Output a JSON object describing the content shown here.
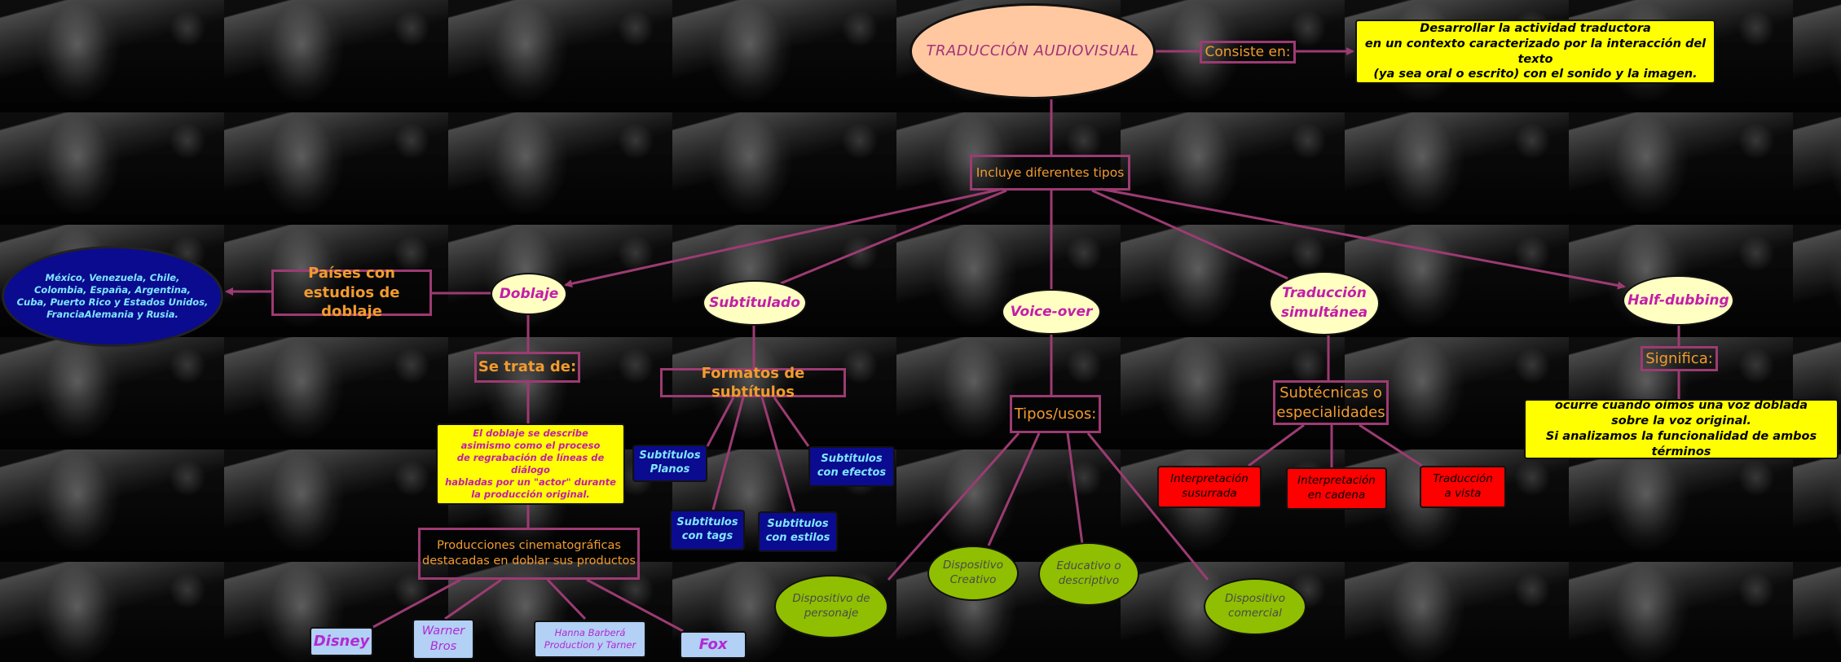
{
  "colors": {
    "connector": "#9c3b72",
    "title_fill": "#ffc8a0",
    "title_text": "#a5317a",
    "concept_fill": "#ffffc2",
    "concept_text": "#c31ea9",
    "link_text": "#f29b2e",
    "note_fill": "#ffff00",
    "format_fill": "#0b0b8f",
    "format_text": "#7ee6ff",
    "technique_fill": "#ff0000",
    "device_fill": "#8fbf00",
    "studio_fill": "#b3d0f5",
    "country_fill": "#0b0b8f"
  },
  "nodes": {
    "title": "TRADUCCIÓN AUDIOVISUAL",
    "consiste_en": "Consiste en:",
    "definition": "Desarrollar la actividad traductora\nen un contexto caracterizado por la interacción del texto\n(ya sea oral o escrito) con el sonido y la imagen.",
    "incluye": "Incluye diferentes tipos",
    "doblaje": "Doblaje",
    "subtitulado": "Subtitulado",
    "voice_over": "Voice-over",
    "traduccion_simultanea": "Traducción\nsimultánea",
    "half_dubbing": "Half-dubbing",
    "paises": "Países con\nestudios de doblaje",
    "countries": "México,  Venezuela,  Chile,\nColombia, España, Argentina,\nCuba, Puerto Rico y Estados Unidos,\nFranciaAlemania y Rusia.",
    "se_trata_de": "Se trata de:",
    "doblaje_def": "El doblaje se describe\nasimismo como el proceso\nde regrabación de líneas de diálogo\nhabladas por un \"actor\" durante\nla producción original.",
    "producciones": "Producciones cinematográficas\ndestacadas en doblar sus productos",
    "disney": "Disney",
    "warner": "Warner\nBros",
    "hanna": "Hanna Barberá\nProduction y Tarner",
    "fox": "Fox",
    "formatos": "Formatos de subtítulos",
    "sub_planos": "Subtitulos\nPlanos",
    "sub_efectos": "Subtitulos\ncon efectos",
    "sub_tags": "Subtitulos\ncon tags",
    "sub_estilos": "Subtitulos\ncon estilos",
    "tipos_usos": "Tipos/usos:",
    "disp_personaje": "Dispositivo de\npersonaje",
    "disp_creativo": "Dispositivo\nCreativo",
    "educativo": "Educativo o\ndescriptivo",
    "disp_comercial": "Dispositivo\ncomercial",
    "subtecnicas": "Subtécnicas o\nespecialidades",
    "interp_susurrada": "Interpretación\nsusurrada",
    "interp_cadena": "Interpretación\nen cadena",
    "trad_vista": "Traducción\na vista",
    "significa": "Significa:",
    "half_def": "ocurre cuando oímos una voz doblada\nsobre la voz original.\nSi analizamos la funcionalidad de ambos términos"
  }
}
